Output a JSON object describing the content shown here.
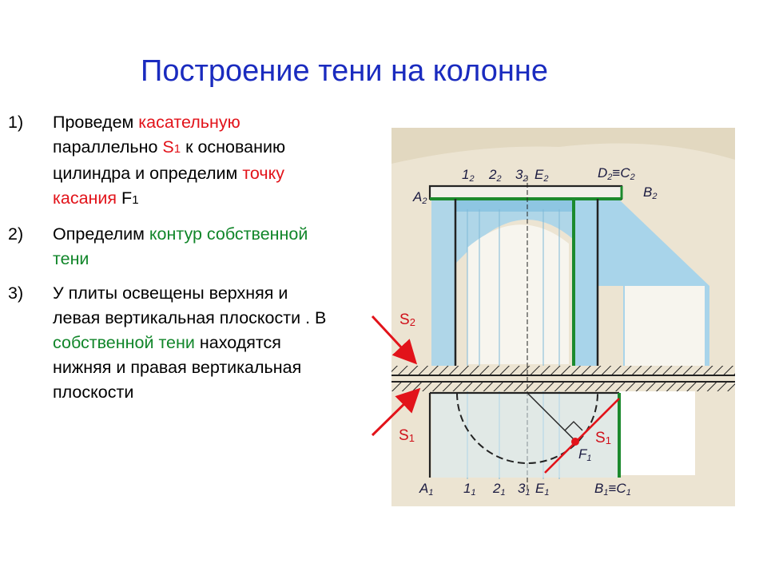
{
  "title": "Построение тени на колонне",
  "steps": [
    {
      "num": "1)",
      "parts": [
        {
          "text": "Проведем ",
          "color": "black"
        },
        {
          "text": "касательную",
          "color": "red"
        },
        {
          "text": " параллельно ",
          "color": "black"
        },
        {
          "text": "S",
          "color": "red"
        },
        {
          "text": "1",
          "color": "red",
          "sub": true
        },
        {
          "text": " к основанию цилиндра и определим ",
          "color": "black"
        },
        {
          "text": "точку касания",
          "color": "red"
        },
        {
          "text": " F",
          "color": "black"
        },
        {
          "text": "1",
          "color": "black",
          "sub": true
        }
      ]
    },
    {
      "num": "2)",
      "parts": [
        {
          "text": "Определим ",
          "color": "black"
        },
        {
          "text": "контур собственной тени",
          "color": "green"
        }
      ]
    },
    {
      "num": "3)",
      "parts": [
        {
          "text": "У плиты освещены верхняя и левая вертикальная плоскости . В ",
          "color": "black"
        },
        {
          "text": "собственной тени",
          "color": "green"
        },
        {
          "text": " находятся нижняя и правая вертикальная плоскости",
          "color": "black"
        }
      ]
    }
  ],
  "diagram": {
    "top_labels": {
      "p1": "1",
      "p1s": "2",
      "p2": "2",
      "p2s": "2",
      "p3": "3",
      "p3s": "2",
      "e": "E",
      "es": "2",
      "d": "D",
      "ds": "2",
      "eq": "≡",
      "c": "C",
      "cs": "2",
      "a": "A",
      "as": "2",
      "b": "B",
      "bs": "2"
    },
    "bottom_labels": {
      "a": "A",
      "as": "1",
      "p1": "1",
      "p1s": "1",
      "p2": "2",
      "p2s": "1",
      "p3": "3",
      "p3s": "1",
      "e": "E",
      "es": "1",
      "b": "B",
      "bs": "1",
      "eq": "≡",
      "c": "C",
      "cs": "1",
      "f": "F",
      "fs": "1"
    },
    "s2": {
      "main": "S",
      "sub": "2"
    },
    "s1_left": {
      "main": "S",
      "sub": "1"
    },
    "s1_right": {
      "main": "S",
      "sub": "1"
    },
    "colors": {
      "red": "#e2131a",
      "green": "#1c8a2e",
      "shadow_blue": "#a8d4ea",
      "paper": "#ece4d2"
    }
  }
}
